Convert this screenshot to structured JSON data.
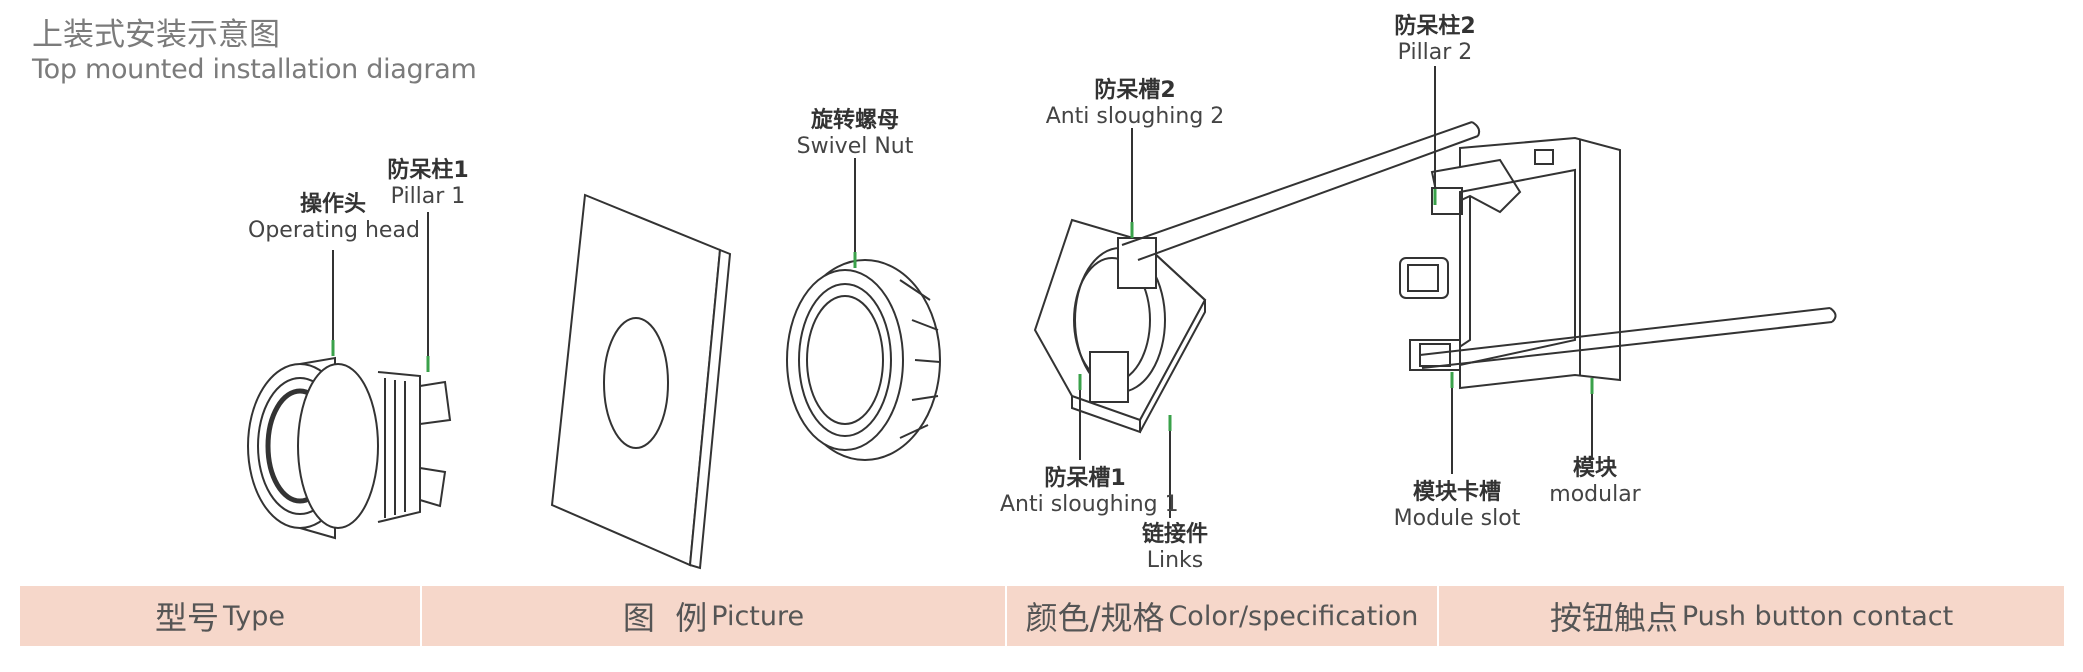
{
  "title": {
    "cn": "上装式安装示意图",
    "en": "Top mounted installation diagram"
  },
  "labels": {
    "operating_head": {
      "cn": "操作头",
      "en": "Operating head"
    },
    "pillar1": {
      "cn": "防呆柱1",
      "en": "Pillar 1"
    },
    "swivel_nut": {
      "cn": "旋转螺母",
      "en": "Swivel Nut"
    },
    "anti_sloughing2": {
      "cn": "防呆槽2",
      "en": "Anti sloughing 2"
    },
    "anti_sloughing1": {
      "cn": "防呆槽1",
      "en": "Anti sloughing 1"
    },
    "links": {
      "cn": "链接件",
      "en": "Links"
    },
    "pillar2": {
      "cn": "防呆柱2",
      "en": "Pillar 2"
    },
    "module_slot": {
      "cn": "模块卡槽",
      "en": "Module slot"
    },
    "modular": {
      "cn": "模块",
      "en": "modular"
    }
  },
  "header": [
    {
      "cn": "型号",
      "en": "Type"
    },
    {
      "cn": "图  例",
      "en": "Picture"
    },
    {
      "cn": "颜色/规格",
      "en": "Color/specification"
    },
    {
      "cn": "按钮触点",
      "en": "Push button contact"
    }
  ],
  "colors": {
    "leader": "#3aa14a",
    "header_bg": "#f6d7ca",
    "line": "#333333"
  }
}
